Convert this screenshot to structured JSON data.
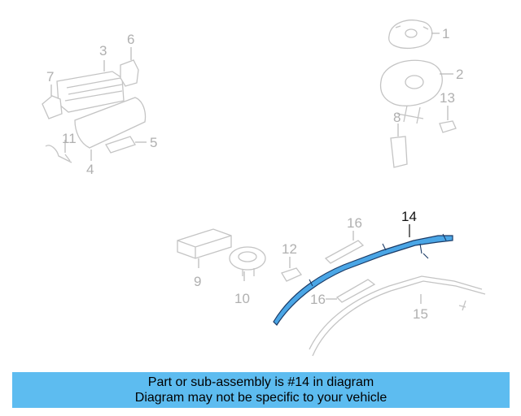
{
  "callouts": {
    "c1": "1",
    "c2": "2",
    "c3": "3",
    "c4": "4",
    "c5": "5",
    "c6": "6",
    "c7": "7",
    "c8": "8",
    "c9": "9",
    "c10": "10",
    "c11": "11",
    "c12": "12",
    "c13": "13",
    "c14": "14",
    "c15": "15",
    "c16a": "16",
    "c16b": "16"
  },
  "highlight": {
    "part_number": "14",
    "color": "#4aa6e6"
  },
  "banner": {
    "line1": "Part or sub-assembly is #14 in diagram",
    "line2": "Diagram may not be specific to your vehicle",
    "background": "#5dbcf0"
  }
}
